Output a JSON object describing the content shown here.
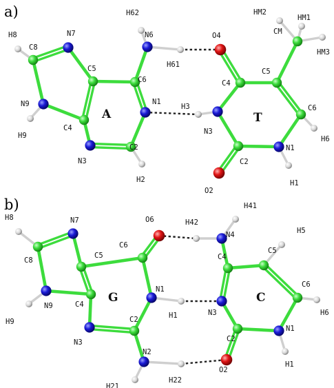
{
  "panel_a": {
    "panel_label": "a)",
    "left_ring_label": "A",
    "right_ring_label": "T",
    "atoms": [
      {
        "id": "a_H8",
        "el": "H",
        "label": "H8"
      },
      {
        "id": "a_C8",
        "el": "C",
        "label": "C8"
      },
      {
        "id": "a_N7",
        "el": "N",
        "label": "N7"
      },
      {
        "id": "a_N9",
        "el": "N",
        "label": "N9"
      },
      {
        "id": "a_H9",
        "el": "H",
        "label": "H9"
      },
      {
        "id": "a_C5",
        "el": "C",
        "label": "C5"
      },
      {
        "id": "a_C4",
        "el": "C",
        "label": "C4"
      },
      {
        "id": "a_N3",
        "el": "N",
        "label": "N3"
      },
      {
        "id": "a_C2",
        "el": "C",
        "label": "C2"
      },
      {
        "id": "a_H2",
        "el": "H",
        "label": "H2"
      },
      {
        "id": "a_N1",
        "el": "N",
        "label": "N1"
      },
      {
        "id": "a_C6",
        "el": "C",
        "label": "C6"
      },
      {
        "id": "a_N6",
        "el": "N",
        "label": "N6"
      },
      {
        "id": "a_H62",
        "el": "H",
        "label": "H62"
      },
      {
        "id": "a_H61",
        "el": "H",
        "label": "H61"
      },
      {
        "id": "t_O4",
        "el": "O",
        "label": "O4"
      },
      {
        "id": "t_C4",
        "el": "C",
        "label": "C4"
      },
      {
        "id": "t_C5",
        "el": "C",
        "label": "C5"
      },
      {
        "id": "t_CM",
        "el": "C",
        "label": "CM"
      },
      {
        "id": "t_HM1",
        "el": "H",
        "label": "HM1"
      },
      {
        "id": "t_HM2",
        "el": "H",
        "label": "HM2"
      },
      {
        "id": "t_HM3",
        "el": "H",
        "label": "HM3"
      },
      {
        "id": "t_C6",
        "el": "C",
        "label": "C6"
      },
      {
        "id": "t_H6",
        "el": "H",
        "label": "H6"
      },
      {
        "id": "t_N1",
        "el": "N",
        "label": "N1"
      },
      {
        "id": "t_H1",
        "el": "H",
        "label": "H1"
      },
      {
        "id": "t_C2",
        "el": "C",
        "label": "C2"
      },
      {
        "id": "t_O2",
        "el": "O",
        "label": "O2"
      },
      {
        "id": "t_N3",
        "el": "N",
        "label": "N3"
      },
      {
        "id": "t_H3",
        "el": "H",
        "label": "H3"
      }
    ],
    "bonds": [
      [
        "a_C8",
        "a_H8"
      ],
      [
        "a_C8",
        "a_N7"
      ],
      [
        "a_C8",
        "a_N9"
      ],
      [
        "a_N9",
        "a_H9"
      ],
      [
        "a_N7",
        "a_C5"
      ],
      [
        "a_N9",
        "a_C4"
      ],
      [
        "a_C5",
        "a_C4"
      ],
      [
        "a_C5",
        "a_C6"
      ],
      [
        "a_C4",
        "a_N3"
      ],
      [
        "a_N3",
        "a_C2"
      ],
      [
        "a_C2",
        "a_H2"
      ],
      [
        "a_C2",
        "a_N1"
      ],
      [
        "a_N1",
        "a_C6"
      ],
      [
        "a_C6",
        "a_N6"
      ],
      [
        "a_N6",
        "a_H62"
      ],
      [
        "a_N6",
        "a_H61"
      ],
      [
        "t_C4",
        "t_O4"
      ],
      [
        "t_C4",
        "t_C5"
      ],
      [
        "t_C5",
        "t_CM"
      ],
      [
        "t_CM",
        "t_HM1"
      ],
      [
        "t_CM",
        "t_HM2"
      ],
      [
        "t_CM",
        "t_HM3"
      ],
      [
        "t_C5",
        "t_C6"
      ],
      [
        "t_C6",
        "t_H6"
      ],
      [
        "t_C6",
        "t_N1"
      ],
      [
        "t_N1",
        "t_H1"
      ],
      [
        "t_N1",
        "t_C2"
      ],
      [
        "t_C2",
        "t_O2"
      ],
      [
        "t_C2",
        "t_N3"
      ],
      [
        "t_N3",
        "t_C4"
      ],
      [
        "t_N3",
        "t_H3"
      ]
    ],
    "double_bonds": [
      [
        "a_C8",
        "a_N7"
      ],
      [
        "a_C5",
        "a_C4"
      ],
      [
        "a_N3",
        "a_C2"
      ],
      [
        "a_N1",
        "a_C6"
      ],
      [
        "t_C4",
        "t_O4"
      ],
      [
        "t_C5",
        "t_C6"
      ],
      [
        "t_C2",
        "t_O2"
      ]
    ],
    "hbonds": [
      [
        "a_H61",
        "t_O4"
      ],
      [
        "a_N1",
        "t_H3"
      ]
    ]
  },
  "panel_b": {
    "panel_label": "b)",
    "left_ring_label": "G",
    "right_ring_label": "C",
    "atoms": [
      {
        "id": "g_H8",
        "el": "H",
        "label": "H8"
      },
      {
        "id": "g_C8",
        "el": "C",
        "label": "C8"
      },
      {
        "id": "g_N7",
        "el": "N",
        "label": "N7"
      },
      {
        "id": "g_N9",
        "el": "N",
        "label": "N9"
      },
      {
        "id": "g_H9",
        "el": "H",
        "label": "H9"
      },
      {
        "id": "g_C5",
        "el": "C",
        "label": "C5"
      },
      {
        "id": "g_C4",
        "el": "C",
        "label": "C4"
      },
      {
        "id": "g_N3",
        "el": "N",
        "label": "N3"
      },
      {
        "id": "g_C2",
        "el": "C",
        "label": "C2"
      },
      {
        "id": "g_N2",
        "el": "N",
        "label": "N2"
      },
      {
        "id": "g_H21",
        "el": "H",
        "label": "H21"
      },
      {
        "id": "g_H22",
        "el": "H",
        "label": "H22"
      },
      {
        "id": "g_N1",
        "el": "N",
        "label": "N1"
      },
      {
        "id": "g_H1",
        "el": "H",
        "label": "H1"
      },
      {
        "id": "g_C6",
        "el": "C",
        "label": "C6"
      },
      {
        "id": "g_O6",
        "el": "O",
        "label": "O6"
      },
      {
        "id": "c_H42",
        "el": "H",
        "label": "H42"
      },
      {
        "id": "c_N4",
        "el": "N",
        "label": "N4"
      },
      {
        "id": "c_H41",
        "el": "H",
        "label": "H41"
      },
      {
        "id": "c_C4",
        "el": "C",
        "label": "C4"
      },
      {
        "id": "c_C5",
        "el": "C",
        "label": "C5"
      },
      {
        "id": "c_H5",
        "el": "H",
        "label": "H5"
      },
      {
        "id": "c_C6",
        "el": "C",
        "label": "C6"
      },
      {
        "id": "c_H6",
        "el": "H",
        "label": "H6"
      },
      {
        "id": "c_N1",
        "el": "N",
        "label": "N1"
      },
      {
        "id": "c_H1",
        "el": "H",
        "label": "H1"
      },
      {
        "id": "c_C2",
        "el": "C",
        "label": "C2"
      },
      {
        "id": "c_O2",
        "el": "O",
        "label": "O2"
      },
      {
        "id": "c_N3",
        "el": "N",
        "label": "N3"
      }
    ],
    "bonds": [
      [
        "g_C8",
        "g_H8"
      ],
      [
        "g_C8",
        "g_N7"
      ],
      [
        "g_C8",
        "g_N9"
      ],
      [
        "g_N9",
        "g_H9"
      ],
      [
        "g_N7",
        "g_C5"
      ],
      [
        "g_N9",
        "g_C4"
      ],
      [
        "g_C5",
        "g_C4"
      ],
      [
        "g_C5",
        "g_C6"
      ],
      [
        "g_C6",
        "g_O6"
      ],
      [
        "g_C6",
        "g_N1"
      ],
      [
        "g_N1",
        "g_H1"
      ],
      [
        "g_N1",
        "g_C2"
      ],
      [
        "g_C2",
        "g_N3"
      ],
      [
        "g_N3",
        "g_C4"
      ],
      [
        "g_C2",
        "g_N2"
      ],
      [
        "g_N2",
        "g_H21"
      ],
      [
        "g_N2",
        "g_H22"
      ],
      [
        "c_N4",
        "c_H42"
      ],
      [
        "c_N4",
        "c_H41"
      ],
      [
        "c_N4",
        "c_C4"
      ],
      [
        "c_C4",
        "c_C5"
      ],
      [
        "c_C5",
        "c_H5"
      ],
      [
        "c_C5",
        "c_C6"
      ],
      [
        "c_C6",
        "c_H6"
      ],
      [
        "c_C6",
        "c_N1"
      ],
      [
        "c_N1",
        "c_H1"
      ],
      [
        "c_N1",
        "c_C2"
      ],
      [
        "c_C2",
        "c_O2"
      ],
      [
        "c_C2",
        "c_N3"
      ],
      [
        "c_N3",
        "c_C4"
      ]
    ],
    "double_bonds": [
      [
        "g_C8",
        "g_N7"
      ],
      [
        "g_C5",
        "g_C4"
      ],
      [
        "g_C6",
        "g_O6"
      ],
      [
        "g_N3",
        "g_C2"
      ],
      [
        "c_C5",
        "c_C6"
      ],
      [
        "c_C2",
        "c_O2"
      ],
      [
        "c_N3",
        "c_C4"
      ]
    ],
    "hbonds": [
      [
        "g_O6",
        "c_H42"
      ],
      [
        "g_H1",
        "c_N3"
      ],
      [
        "g_H22",
        "c_O2"
      ]
    ]
  },
  "colors": {
    "C": "#3ddc3d",
    "N": "#1a1ad6",
    "O": "#e01414",
    "H": "#d8d8d8",
    "bond": "#3ddc3d",
    "hbond": "#222222"
  }
}
